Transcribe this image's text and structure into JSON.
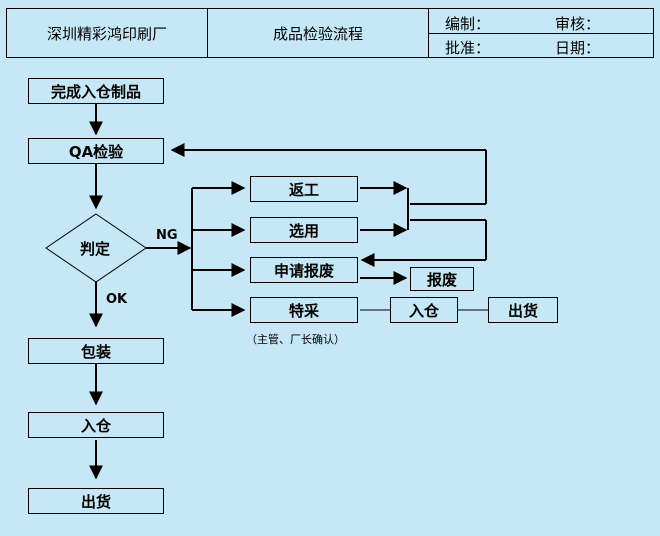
{
  "header": {
    "company": "深圳精彩鸿印刷厂",
    "title": "成品检验流程",
    "editor_label": "编制：",
    "reviewer_label": "审核：",
    "approver_label": "批准：",
    "date_label": "日期："
  },
  "flow": {
    "finish_storage": "完成入仓制品",
    "qa_check": "QA检验",
    "judge": "判定",
    "ng_label": "NG",
    "ok_label": "OK",
    "pack": "包装",
    "store": "入仓",
    "ship": "出货",
    "rework": "返工",
    "select_use": "选用",
    "apply_scrap": "申请报废",
    "scrap": "报废",
    "special_accept": "特采",
    "special_note": "（主管、厂长确认）",
    "special_store": "入仓",
    "special_ship": "出货"
  }
}
